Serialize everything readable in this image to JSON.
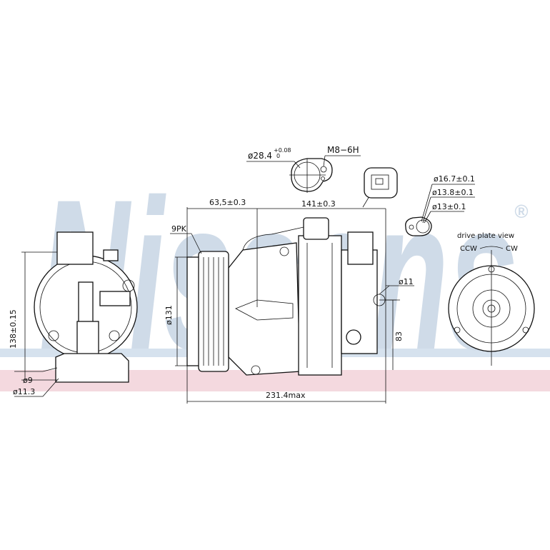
{
  "watermark": {
    "brand": "Nissens",
    "registered": "®",
    "color": "#cfdbe8",
    "band_pink": "#f4d9df",
    "band_blue": "#d6e2ee"
  },
  "labels": {
    "port_diameter": "ø28.4",
    "port_tol_upper": "+0.08",
    "port_tol_lower": "0",
    "thread": "M8−6H",
    "dim_pulley": "63,5±0.3",
    "dim_mount": "141±0.3",
    "belt": "9PK",
    "seal_d1": "ø16.7±0.1",
    "seal_d2": "ø13.8±0.1",
    "seal_d3": "ø13±0.1",
    "drive_plate_view": "drive plate view",
    "ccw": "CCW",
    "cw": "CW",
    "hole_d": "ø11",
    "pulley_d": "ø131",
    "height_83": "83",
    "length": "231.4max",
    "height_138": "138±0.15",
    "hole_9": "ø9",
    "hole_113": "ø11.3"
  }
}
